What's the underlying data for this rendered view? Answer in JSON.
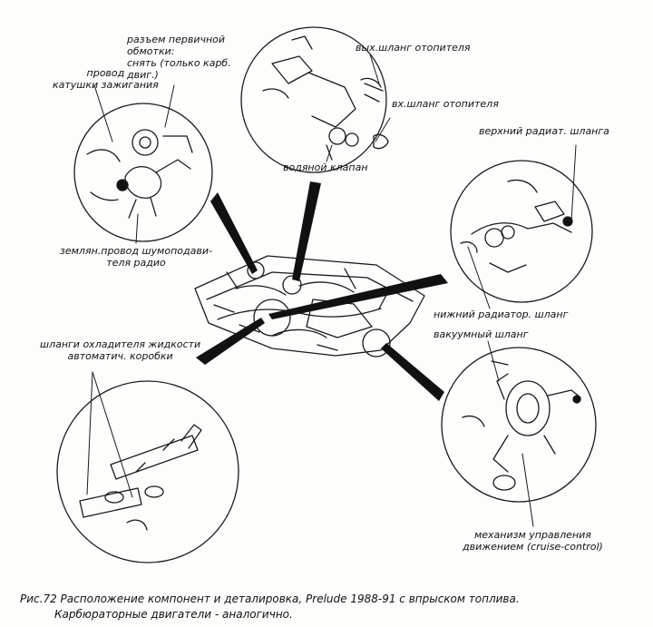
{
  "callouts": {
    "coil_wire": "провод\nкатушки зажигания",
    "primary_connector": "разъем первичной\nобмотки:\nснять (только карб.\nдвиг.)",
    "heater_outlet": "вых.шланг отопителя",
    "heater_inlet": "вх.шланг отопителя",
    "water_valve": "водяной клапан",
    "upper_radiator": "верхний радиат. шланга",
    "ground_wire": "землян.провод шумоподави-\nтеля радио",
    "lower_radiator": "нижний радиатор. шланг",
    "atf_cooler_hoses": "шланги охладителя жидкости\nавтоматич. коробки",
    "vacuum_hose": "вакуумный шланг",
    "cruise_actuator": "механизм управления\nдвижением (cruise-control)"
  },
  "caption": {
    "line1": "Рис.72  Расположение компонент и деталировка, Prelude 1988-91 с впрыском топлива.",
    "line2": "Карбюраторные двигатели - аналогично."
  }
}
